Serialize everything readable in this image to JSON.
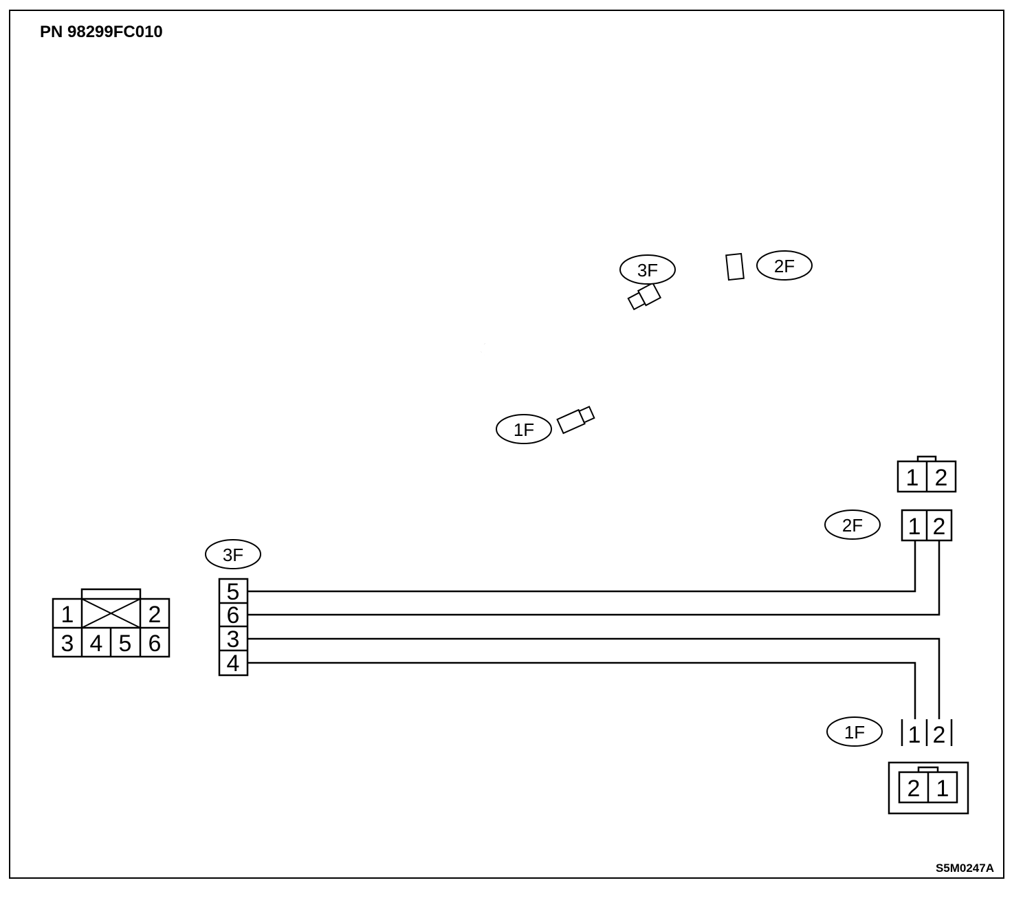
{
  "part_number": "PN 98299FC010",
  "figure_code": "S5M0247A",
  "connector_labels": {
    "c3f": "3F",
    "c2f": "2F",
    "c1f": "1F"
  },
  "face_view_6pin": {
    "top": [
      "1",
      "2"
    ],
    "bottom": [
      "3",
      "4",
      "5",
      "6"
    ]
  },
  "connector_3f_pins": [
    "5",
    "6",
    "3",
    "4"
  ],
  "connector_2f_face": [
    "1",
    "2"
  ],
  "connector_2f_pins": [
    "1",
    "2"
  ],
  "connector_1f_pins": [
    "1",
    "2"
  ],
  "connector_1f_face": [
    "2",
    "1"
  ]
}
